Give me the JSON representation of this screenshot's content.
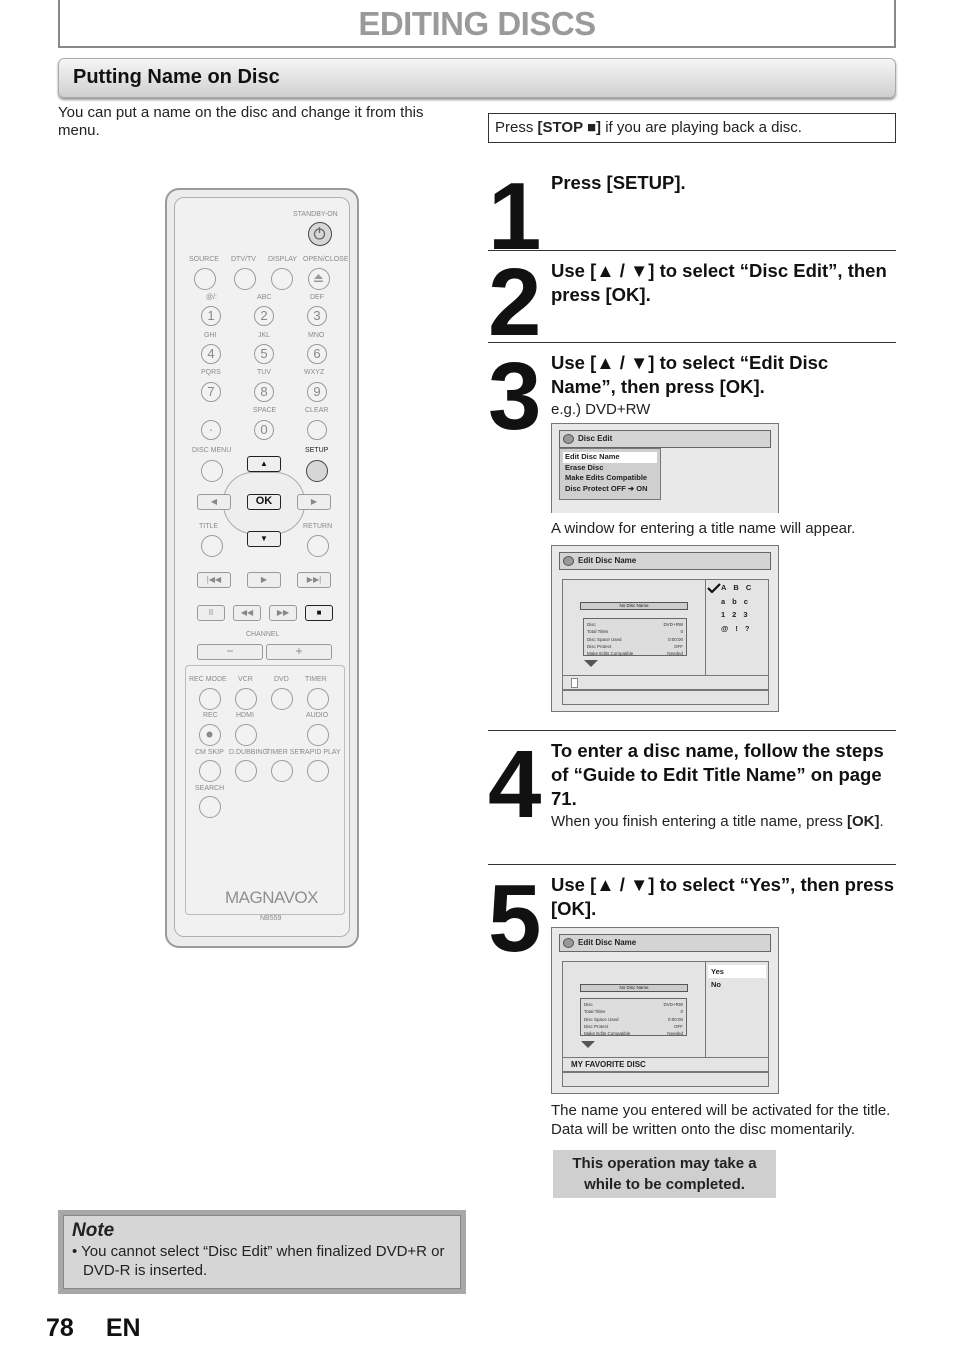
{
  "header": {
    "title": "EDITING DISCS"
  },
  "section": {
    "title": "Putting Name on Disc"
  },
  "intro": "You can put a name on the disc and change it from this menu.",
  "stop_note": {
    "prefix": "Press ",
    "key": "[STOP ■]",
    "suffix": " if you are playing back a disc."
  },
  "steps": [
    {
      "num": "1",
      "title": "Press [SETUP]."
    },
    {
      "num": "2",
      "title": "Use [▲ / ▼] to select “Disc Edit”, then press [OK]."
    },
    {
      "num": "3",
      "title": "Use [▲ / ▼] to select “Edit Disc Name”, then press [OK].",
      "example": "e.g.) DVD+RW",
      "after": "A window for entering a title name will appear."
    },
    {
      "num": "4",
      "title": "To enter a disc name, follow the steps of “Guide to Edit Title Name” on page 71.",
      "text_prefix": "When you finish entering a title name, press ",
      "text_key": "[OK]",
      "text_suffix": "."
    },
    {
      "num": "5",
      "title": "Use [▲ / ▼] to select “Yes”, then press [OK].",
      "after": "The name you entered will be activated for the title. Data will be written onto the disc momentarily."
    }
  ],
  "osd_disc_edit": {
    "title": "Disc Edit",
    "items": [
      "Edit Disc Name",
      "Erase Disc",
      "Make Edits Compatible",
      "Disc Protect OFF ➜ ON"
    ]
  },
  "osd_edit_name": {
    "title": "Edit Disc Name",
    "name_bar": "No Disc Name",
    "info": [
      {
        "k": "Disc",
        "v": "DVD+RW"
      },
      {
        "k": "Total Titles",
        "v": "0"
      },
      {
        "k": "Disc Space Used",
        "v": "0:00:00"
      },
      {
        "k": "Disc Protect",
        "v": "OFF"
      },
      {
        "k": "Make Edits Compatible",
        "v": "Needed"
      }
    ],
    "chars": [
      [
        "A",
        "B",
        "C"
      ],
      [
        "a",
        "b",
        "c"
      ],
      [
        "1",
        "2",
        "3"
      ],
      [
        "@",
        "!",
        "?"
      ]
    ]
  },
  "osd_confirm": {
    "title": "Edit Disc Name",
    "name_bar": "No Disc Name",
    "yes": "Yes",
    "no": "No",
    "entered_name": "MY FAVORITE DISC"
  },
  "op_note": "This operation may take a while to be completed.",
  "note": {
    "title": "Note",
    "bullet": "• You cannot select “Disc Edit” when finalized DVD+R or DVD-R is inserted."
  },
  "footer": {
    "page": "78",
    "lang": "EN"
  },
  "remote": {
    "brand": "MAGNAVOX",
    "model": "NB559",
    "labels": {
      "standby": "STANDBY-ON",
      "source": "SOURCE",
      "dtv": "DTV/TV",
      "display": "DISPLAY",
      "open": "OPEN/CLOSE",
      "at": "@/:",
      "abc": "ABC",
      "def": "DEF",
      "ghi": "GHI",
      "jkl": "JKL",
      "mno": "MNO",
      "pqrs": "PQRS",
      "tuv": "TUV",
      "wxyz": "WXYZ",
      "space": "SPACE",
      "clear": "CLEAR",
      "disc_menu": "DISC MENU",
      "setup": "SETUP",
      "title": "TITLE",
      "return": "RETURN",
      "ok": "OK",
      "channel": "CHANNEL",
      "minus": "−",
      "plus": "+",
      "rec_mode": "REC MODE",
      "vcr": "VCR",
      "dvd": "DVD",
      "timer": "TIMER",
      "rec": "REC",
      "hdmi": "HDMI",
      "audio": "AUDIO",
      "cm_skip": "CM SKIP",
      "dubbing": "D.DUBBING",
      "timer_set": "TIMER SET",
      "rapid": "RAPID PLAY",
      "search": "SEARCH"
    },
    "numbers": [
      "1",
      "2",
      "3",
      "4",
      "5",
      "6",
      "7",
      "8",
      "9",
      "·",
      "0"
    ]
  }
}
